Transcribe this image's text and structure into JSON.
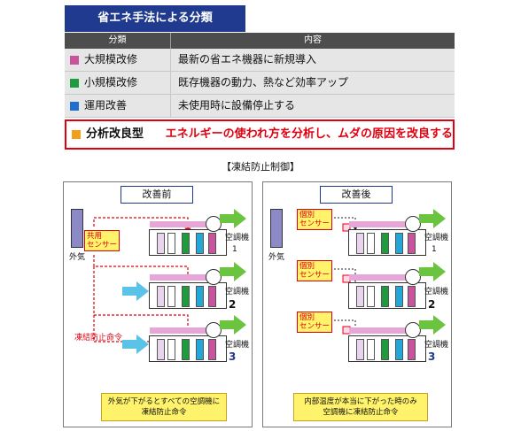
{
  "table": {
    "title": "省エネ手法による分類",
    "headers": [
      "分類",
      "内容"
    ],
    "rows": [
      {
        "category": "大規模改修",
        "content": "最新の省エネ機器に新規導入",
        "color": "#c7549c"
      },
      {
        "category": "小規模改修",
        "content": "既存機器の動力、熱など効率アップ",
        "color": "#1e9b3c"
      },
      {
        "category": "運用改善",
        "content": "未使用時に設備停止する",
        "color": "#1f6fd0"
      },
      {
        "category": "分析改良型",
        "content": "エネルギーの使われ方を分析し、ムダの原因を改良する",
        "color": "#f2a01a"
      }
    ]
  },
  "diagram": {
    "title": "【凍結防止制御】",
    "before": {
      "title": "改善前",
      "outdoor": "外気",
      "sensor": [
        "共用",
        "センサー"
      ],
      "command": "凍結防止命令",
      "units": [
        {
          "label": "空調機",
          "num": "1"
        },
        {
          "label": "空調機",
          "num": "2"
        },
        {
          "label": "空調機",
          "num": "3"
        }
      ],
      "caption": [
        "外気が下がるとすべての空調機に",
        "凍結防止命令"
      ]
    },
    "after": {
      "title": "改善後",
      "outdoor": "外気",
      "sensors": [
        [
          "個別",
          "センサー"
        ],
        [
          "個別",
          "センサー"
        ],
        [
          "個別",
          "センサー"
        ]
      ],
      "units": [
        {
          "label": "空調機",
          "num": "1"
        },
        {
          "label": "空調機",
          "num": "2"
        },
        {
          "label": "空調機",
          "num": "3"
        }
      ],
      "caption": [
        "内部温度が本当に下がった時のみ",
        "空調機に凍結防止命令"
      ]
    }
  }
}
